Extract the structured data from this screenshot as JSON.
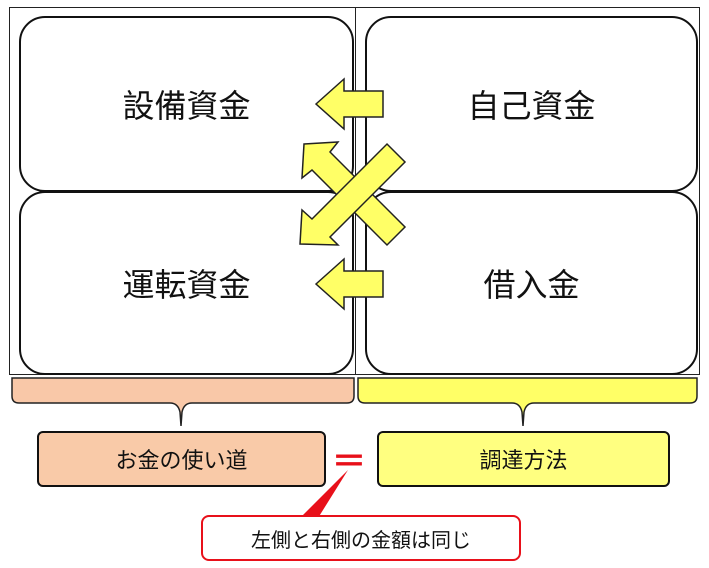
{
  "left_column": {
    "top_label": "設備資金",
    "bottom_label": "運転資金",
    "caption": "お金の使い道",
    "brace_color": "#f9c8a8",
    "caption_bg": "#f9caa8"
  },
  "right_column": {
    "top_label": "自己資金",
    "bottom_label": "借入金",
    "caption": "調達方法",
    "brace_color": "#ffff66",
    "caption_bg": "#ffff80"
  },
  "equal_sign": "＝",
  "callout_text": "左側と右側の金額は同じ",
  "colors": {
    "arrow_fill": "#ffff66",
    "accent_red": "#e8101a"
  },
  "icons": [
    "arrow-left-icon",
    "arrow-left-icon",
    "cross-arrows-icon",
    "equal-sign-icon"
  ]
}
